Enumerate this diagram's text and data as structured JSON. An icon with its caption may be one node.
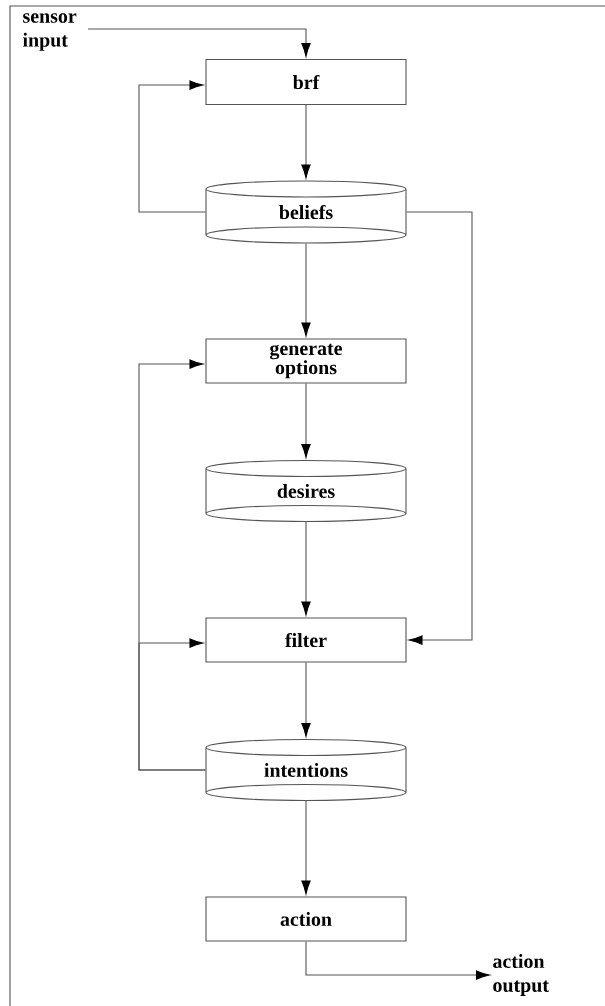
{
  "diagram": {
    "nodes": [
      {
        "text": [
          "sensor input"
        ]
      },
      {
        "text": [
          "brf"
        ]
      },
      {
        "text": [
          "beliefs"
        ]
      },
      {
        "text": [
          "generate options"
        ]
      },
      {
        "text": [
          "desires"
        ]
      },
      {
        "text": [
          "filter"
        ]
      },
      {
        "text": [
          "intentions"
        ]
      },
      {
        "text": [
          "action"
        ]
      },
      {
        "text": [
          "action output"
        ]
      }
    ],
    "edges": [
      {
        "from": 0,
        "to": 1,
        "arrow": "to"
      },
      {
        "from": 1,
        "to": 2,
        "arrow": "to"
      },
      {
        "from": 2,
        "to": 1,
        "arrow": "to"
      },
      {
        "from": 2,
        "to": 3,
        "arrow": "to"
      },
      {
        "from": 2,
        "to": 5,
        "arrow": "to"
      },
      {
        "from": 3,
        "to": 4,
        "arrow": "to"
      },
      {
        "from": 4,
        "to": 5,
        "arrow": "to"
      },
      {
        "from": 5,
        "to": 6,
        "arrow": "to"
      },
      {
        "from": 6,
        "to": 3,
        "arrow": "to"
      },
      {
        "from": 6,
        "to": 5,
        "arrow": "to"
      },
      {
        "from": 6,
        "to": 7,
        "arrow": "to"
      },
      {
        "from": 7,
        "to": 8,
        "arrow": "to"
      }
    ]
  }
}
